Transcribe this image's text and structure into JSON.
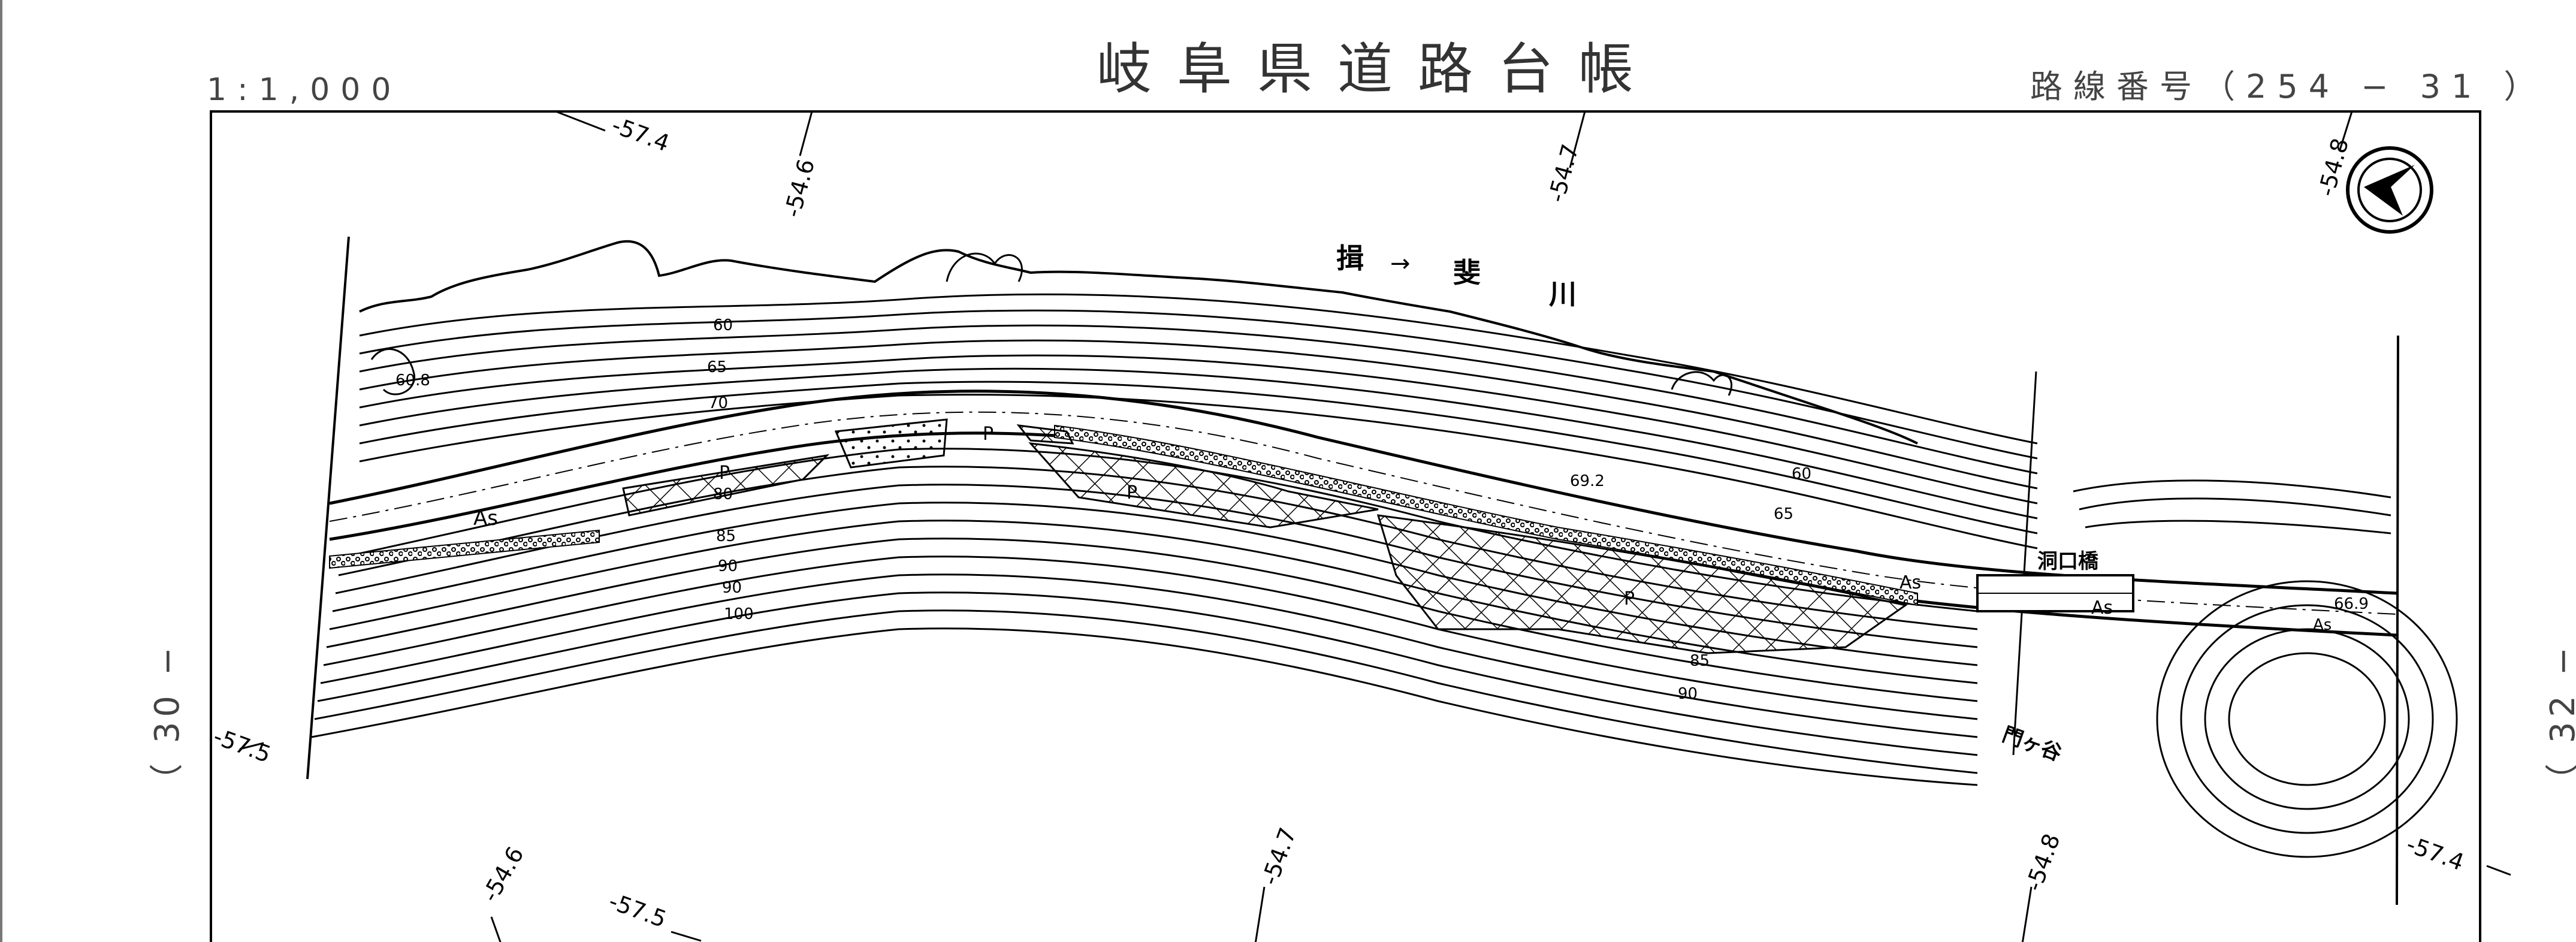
{
  "header": {
    "title": "岐阜県道路台帳",
    "scale": "1:1,000",
    "route_number": "路線番号（254 − 31 ）"
  },
  "sheet_refs": {
    "left": "（ 30 −",
    "right": "（ 32 −"
  },
  "grid_labels": {
    "top": [
      "-57.4",
      "-54.6",
      "-54.7",
      "-54.8"
    ],
    "bottom": [
      "-54.6",
      "-57.5",
      "-54.7",
      "-54.8",
      "-57.4"
    ],
    "left": "-57.5"
  },
  "river": {
    "prefix": "揖",
    "arrow": "→",
    "name": "斐",
    "suffix": "川"
  },
  "contours": [
    "60",
    "65",
    "70",
    "80",
    "85",
    "90",
    "90",
    "100",
    "60.8",
    "69.2",
    "66.9",
    "85",
    "90",
    "60",
    "65"
  ],
  "road_labels": {
    "surface": "As",
    "paving_left": "P",
    "paving_mid": "P",
    "paving_hatch": "P",
    "paving_right": "P",
    "valley": "門ヶ谷",
    "bridge": "洞口橋"
  },
  "colors": {
    "ink": "#000000",
    "header_text": "#333333",
    "paper": "#ffffff"
  },
  "icons": [
    "north-arrow-icon"
  ]
}
